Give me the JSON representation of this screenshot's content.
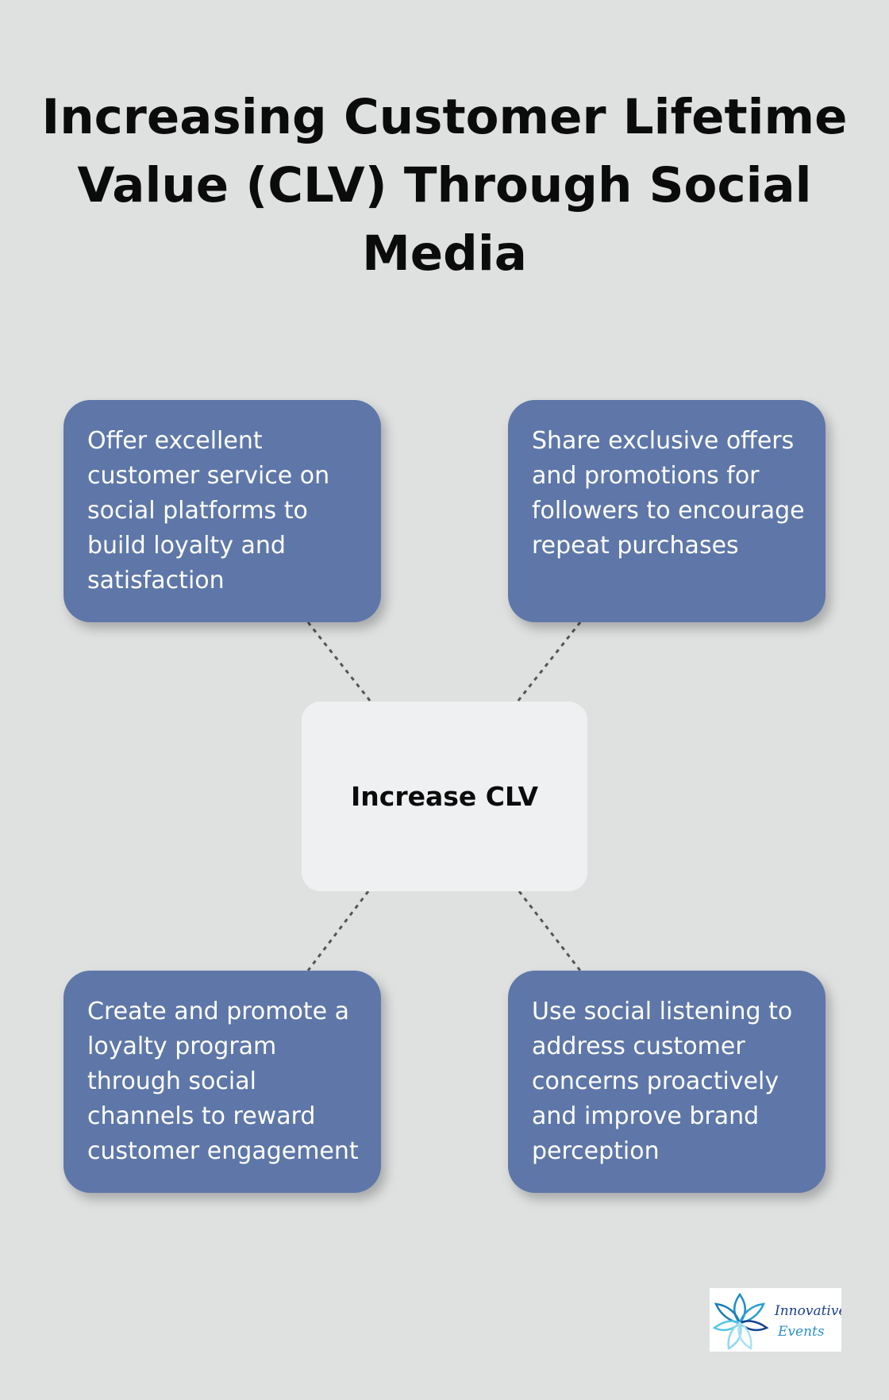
{
  "title": "Increasing Customer Lifetime Value (CLV) Through Social Media",
  "center": "Increase CLV",
  "cards": [
    "Offer excellent customer service on social platforms to build loyalty and satisfaction",
    "Share exclusive offers and promotions for followers to encourage repeat purchases",
    "Create and promote a loyalty program through social channels to reward customer engagement",
    "Use social listening to address customer concerns proactively and improve brand perception"
  ],
  "logo": {
    "line1": "Innovative",
    "line2": "Events"
  },
  "colors": {
    "card": "#5e77a8",
    "center": "#eff0f2",
    "background": "#dfe1e1"
  }
}
